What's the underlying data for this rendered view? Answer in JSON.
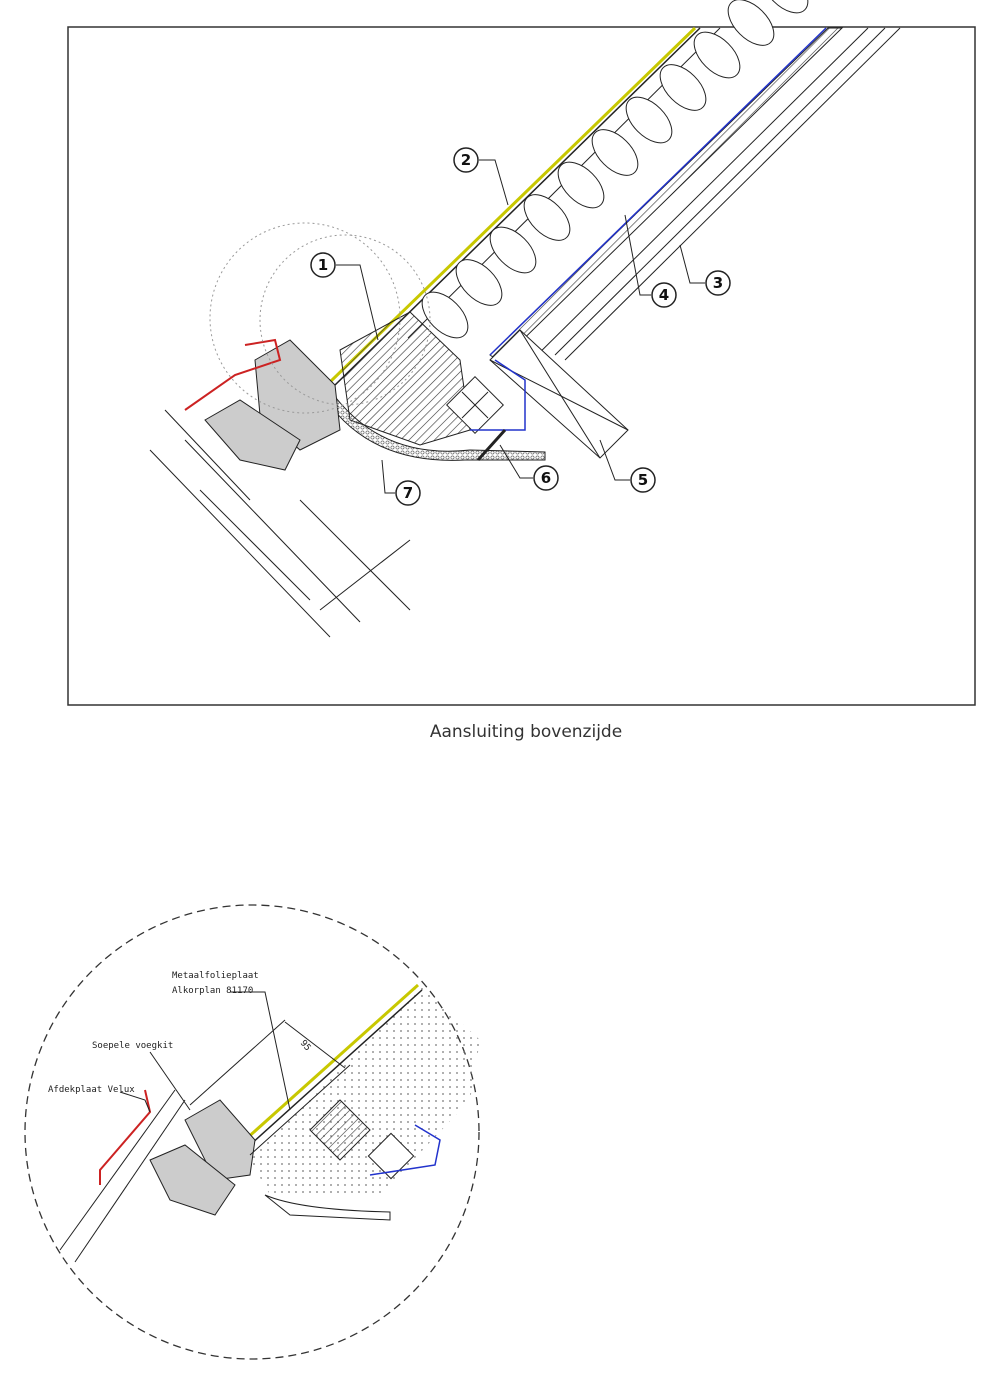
{
  "detail_main": {
    "caption": "Aansluiting bovenzijde",
    "callouts": [
      "1",
      "2",
      "3",
      "4",
      "5",
      "6",
      "7"
    ]
  },
  "detail_zoom": {
    "labels": {
      "foil_line1": "Metaalfolieplaat",
      "foil_line2": "Alkorplan 81170",
      "sealant": "Soepele voegkit",
      "cover_plate": "Afdekplaat Velux"
    },
    "dimension": "95"
  },
  "colors": {
    "line": "#222222",
    "membrane": "#c8c800",
    "vapour": "#2233cc",
    "flashing": "#cc2222"
  }
}
